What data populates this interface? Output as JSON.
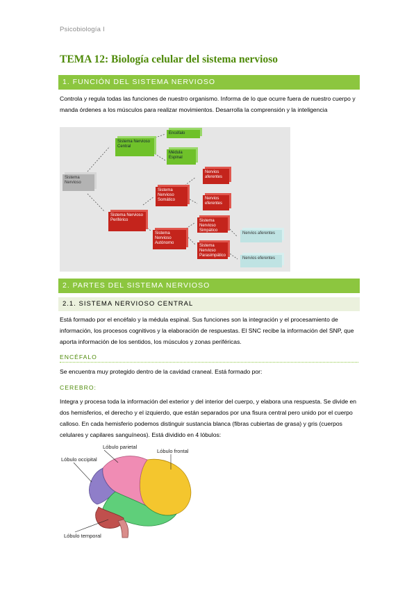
{
  "header": {
    "note": "Psicobiología I"
  },
  "title": "TEMA 12: Biología celular del sistema nervioso",
  "section1": {
    "heading": "1. FUNCIÓN DEL SISTEMA NERVIOSO",
    "text": "Controla y regula todas las funciones de nuestro organismo. Informa de lo que ocurre fuera de nuestro cuerpo y manda órdenes a los músculos para realizar movimientos. Desarrolla la comprensión y la inteligencia"
  },
  "diagram": {
    "sn": "Sistema Nervioso",
    "snc": "Sistema Nervioso Central",
    "encefalo": "Encéfalo",
    "medula": "Médula Espinal",
    "snp": "Sistema Nervioso Periférico",
    "somatico": "Sistema Nervioso Somático",
    "aferentes": "Nervios aferentes",
    "eferentes": "Nervios eferentes",
    "autonomo": "Sistema Nervioso Autónomo",
    "simpatico": "Sistema Nervioso Simpático",
    "parasimpatico": "Sistema Nervioso Parasimpático",
    "aferentes2": "Nervios aferentes",
    "eferentes2": "Nervios eferentes"
  },
  "section2": {
    "heading": "2. PARTES DEL SISTEMA NERVIOSO",
    "sub": "2.1. SISTEMA NERVIOSO CENTRAL",
    "text": "Está formado por el encéfalo y la médula espinal. Sus funciones son la integración y el procesamiento de información, los procesos cognitivos y la elaboración de respuestas. El SNC recibe la información del SNP, que aporta información de los sentidos, los músculos y zonas periféricas.",
    "encefalo_h": "ENCÉFALO",
    "encefalo_t": "Se encuentra muy protegido dentro de la cavidad craneal. Está formado por:",
    "cerebro_h": "CEREBRO:",
    "cerebro_t": "Integra y procesa toda la información del exterior y del interior del cuerpo, y elabora una respuesta. Se divide en dos hemisferios, el derecho y el izquierdo, que están separados por una fisura central pero unido por el cuerpo calloso. En cada hemisferio podemos distinguir sustancia blanca (fibras cubiertas de grasa) y gris (cuerpos celulares y capilares sanguíneos). Está dividido en 4 lóbulos:"
  },
  "brain": {
    "parietal": "Lóbulo parietal",
    "occipital": "Lóbulo occipital",
    "frontal": "Lóbulo frontal",
    "temporal": "Lóbulo temporal"
  }
}
